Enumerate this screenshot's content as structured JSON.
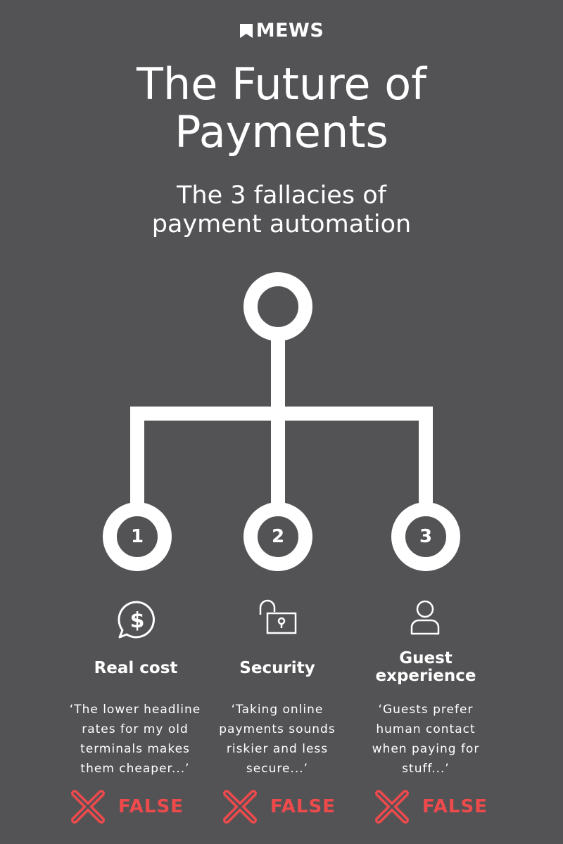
{
  "brand": {
    "name": "MEWS",
    "logo_icon": "bookmark-icon"
  },
  "title": {
    "line1": "The Future of",
    "line2": "Payments"
  },
  "subtitle": {
    "line1": "The 3 fallacies of",
    "line2": "payment automation"
  },
  "colors": {
    "background": "#535356",
    "foreground": "#ffffff",
    "false_red": "#ee4a4c"
  },
  "nodes": [
    "1",
    "2",
    "3"
  ],
  "columns": [
    {
      "icon": "dollar-speech-bubble-icon",
      "heading": [
        "Real cost"
      ],
      "quote": [
        "‘The lower headline",
        "rates for my old",
        "terminals makes",
        "them cheaper...’"
      ],
      "verdict": "FALSE"
    },
    {
      "icon": "unlocked-padlock-icon",
      "heading": [
        "Security"
      ],
      "quote": [
        "‘Taking online",
        "payments sounds",
        "riskier and less",
        "secure...’"
      ],
      "verdict": "FALSE"
    },
    {
      "icon": "person-icon",
      "heading": [
        "Guest",
        "experience"
      ],
      "quote": [
        "‘Guests prefer",
        "human contact",
        "when paying for",
        "stuff...’"
      ],
      "verdict": "FALSE"
    }
  ]
}
